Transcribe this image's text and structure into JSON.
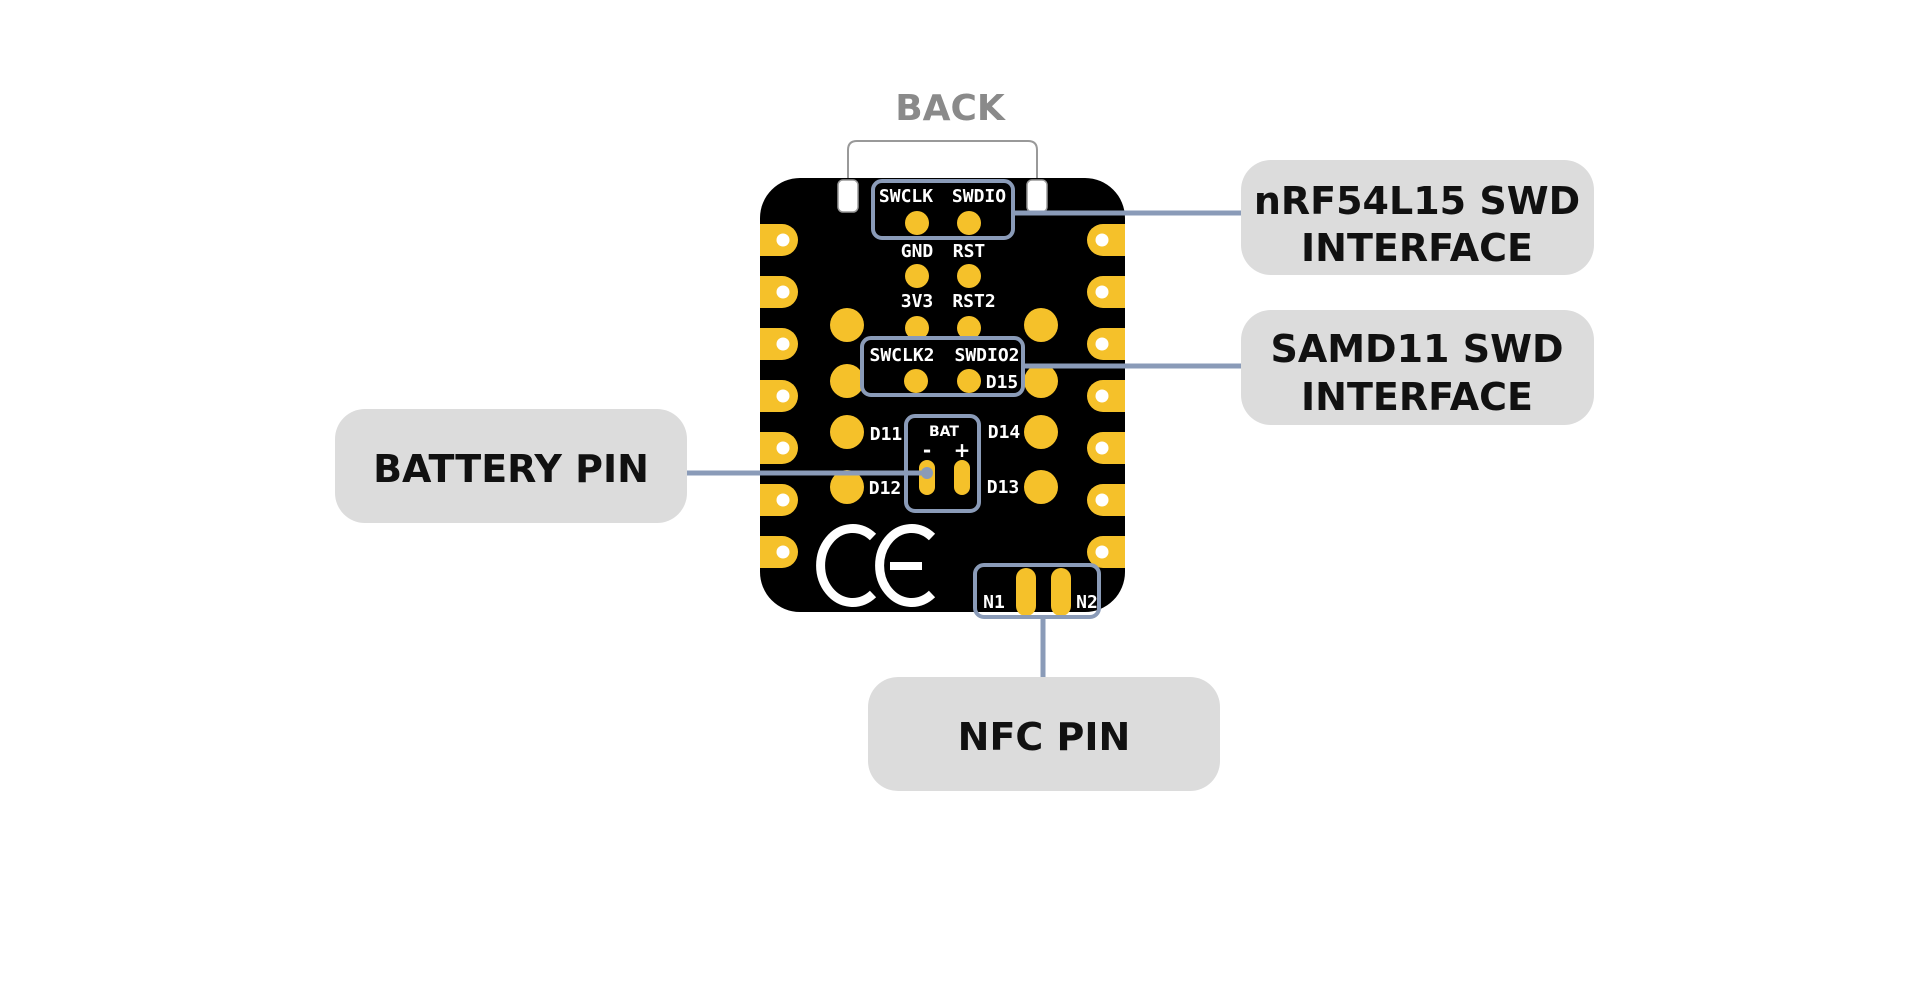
{
  "title": "BACK",
  "colors": {
    "board": "#000000",
    "pad": "#f5c12a",
    "callout_box": "#dcdcdc",
    "leader_line": "#8a9bb8",
    "title": "#8a8a8a"
  },
  "callouts": {
    "nrf_swd": {
      "line1": "nRF54L15 SWD",
      "line2": "INTERFACE"
    },
    "samd_swd": {
      "line1": "SAMD11 SWD",
      "line2": "INTERFACE"
    },
    "battery": {
      "label": "BATTERY PIN"
    },
    "nfc": {
      "label": "NFC PIN"
    }
  },
  "silkscreen": {
    "swclk": "SWCLK",
    "swdio": "SWDIO",
    "gnd": "GND",
    "rst": "RST",
    "v3v3": "3V3",
    "rst2": "RST2",
    "swclk2": "SWCLK2",
    "swdio2": "SWDIO2",
    "d15": "D15",
    "d11": "D11",
    "d12": "D12",
    "d13": "D13",
    "d14": "D14",
    "bat": "BAT",
    "bat_minus": "-",
    "bat_plus": "+",
    "n1": "N1",
    "n2": "N2",
    "ce_mark": "CE"
  }
}
